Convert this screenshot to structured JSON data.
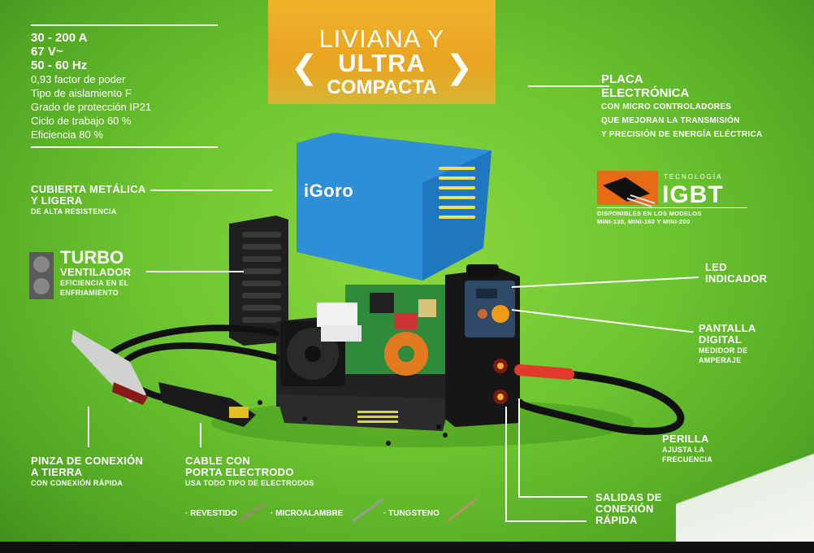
{
  "specs": {
    "big": [
      "30 - 200 A",
      "67 V~",
      "50 - 60 Hz"
    ],
    "small": [
      "0,93 factor de poder",
      "Tipo de aislamiento F",
      "Grado de protección IP21",
      "Ciclo de trabajo 60 %",
      "Eficiencia 80 %"
    ]
  },
  "banner": {
    "line1": "LIVIANA Y",
    "line2": "ULTRA",
    "line3": "COMPACTA"
  },
  "brand": {
    "logo": "iGoro"
  },
  "callouts": {
    "cubierta": {
      "title1": "CUBIERTA METÁLICA",
      "title2": "Y LIGERA",
      "sub": "DE ALTA RESISTENCIA"
    },
    "turbo": {
      "title1": "TURBO",
      "title2": "VENTILADOR",
      "sub1": "EFICIENCIA EN EL",
      "sub2": "ENFRIAMIENTO"
    },
    "placa": {
      "title1": "PLACA",
      "title2": "ELECTRÓNICA",
      "sub1": "CON MICRO CONTROLADORES",
      "sub2": "QUE MEJORAN LA TRANSMISIÓN",
      "sub3": "Y PRECISIÓN DE ENERGÍA ELÉCTRICA"
    },
    "igbt": {
      "small": "TECNOLOGÍA",
      "big": "IGBT",
      "sub1": "DISPONIBLES EN LOS MODELOS",
      "sub2": "MINI-130, MINI-160 Y MINI-200"
    },
    "led": {
      "title1": "LED",
      "title2": "INDICADOR"
    },
    "pantalla": {
      "title1": "PANTALLA",
      "title2": "DIGITAL",
      "sub1": "MEDIDOR DE",
      "sub2": "AMPERAJE"
    },
    "perilla": {
      "title": "PERILLA",
      "sub1": "AJUSTA LA",
      "sub2": "FRECUENCIA"
    },
    "salidas": {
      "title1": "SALIDAS DE",
      "title2": "CONEXIÓN",
      "title3": "RÁPIDA"
    },
    "pinza": {
      "title1": "PINZA DE CONEXIÓN",
      "title2": "A TIERRA",
      "sub": "CON CONEXIÓN RÁPIDA"
    },
    "cable": {
      "title1": "CABLE  CON",
      "title2": "PORTA ELECTRODO",
      "sub": "USA TODO TIPO DE ELECTRODOS"
    }
  },
  "electrodes": [
    "REVESTIDO",
    "MICROALAMBRE",
    "TUNGSTENO"
  ],
  "colors": {
    "background": "#6cc530",
    "banner": "#eaa620",
    "cover": "#2f8fd6",
    "cable_red": "#e23a2a",
    "orange_knob": "#f29a12"
  }
}
